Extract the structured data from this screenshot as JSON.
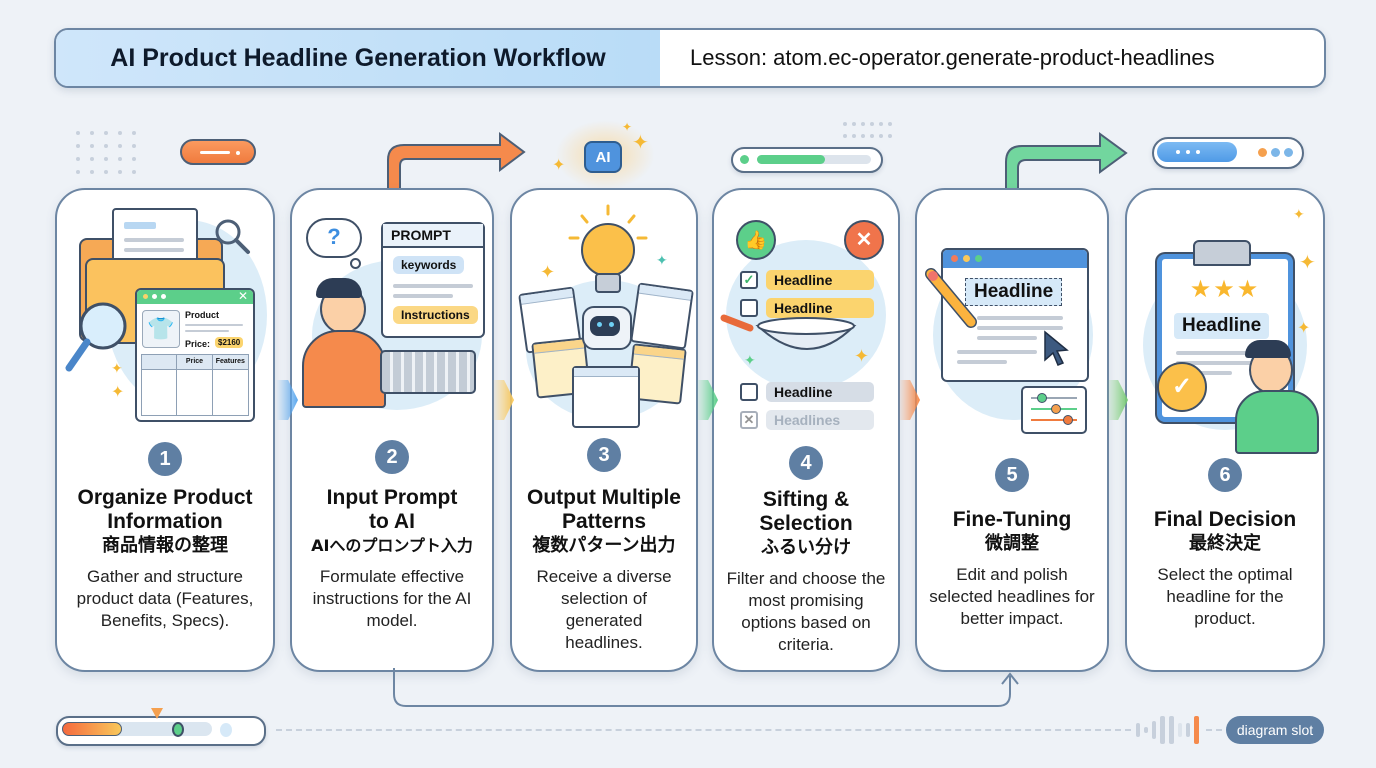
{
  "header": {
    "title": "AI Product Headline Generation Workflow",
    "lesson": "Lesson: atom.ec-operator.generate-product-headlines"
  },
  "steps": [
    {
      "number": "1",
      "title_line1": "Organize Product",
      "title_line2": "Information",
      "title_jp": "商品情報の整理",
      "description": "Gather and structure product data (Features, Benefits, Specs).",
      "illustration": {
        "product_label": "Product",
        "price_label": "Price:",
        "price_value": "$2160",
        "table_headers": [
          "",
          "Price",
          "Features"
        ]
      }
    },
    {
      "number": "2",
      "title_line1": "Input Prompt",
      "title_line2": "to AI",
      "title_jp": "AIへのプロンプト入力",
      "description": "Formulate effective instructions for the AI model.",
      "illustration": {
        "prompt_heading": "PROMPT",
        "chip_keywords": "keywords",
        "chip_instructions": "Instructions",
        "thought_symbol": "?"
      }
    },
    {
      "number": "3",
      "title_line1": "Output Multiple",
      "title_line2": "Patterns",
      "title_jp": "複数パターン出力",
      "description": "Receive a diverse selection of generated headlines.",
      "illustration": {
        "ai_badge": "AI"
      }
    },
    {
      "number": "4",
      "title_line1": "Sifting &",
      "title_line2": "Selection",
      "title_jp": "ふるい分け",
      "description": "Filter and choose the most promising options based on criteria.",
      "illustration": {
        "items": [
          {
            "label": "Headline",
            "state": "checked"
          },
          {
            "label": "Headline",
            "state": "unchecked"
          },
          {
            "label": "Headline",
            "state": "unchecked"
          },
          {
            "label": "Headlines",
            "state": "rejected"
          }
        ]
      }
    },
    {
      "number": "5",
      "title_line1": "Fine-Tuning",
      "title_line2": "",
      "title_jp": "微調整",
      "description": "Edit and polish selected headlines for better impact.",
      "illustration": {
        "headline": "Headline"
      }
    },
    {
      "number": "6",
      "title_line1": "Final Decision",
      "title_line2": "",
      "title_jp": "最終決定",
      "description": "Select the optimal headline for the product.",
      "illustration": {
        "headline": "Headline",
        "stars": 3
      }
    }
  ],
  "decor": {
    "progress_fill_fraction": 0.6,
    "slider_fill_fraction": 0.4
  },
  "footer": {
    "slot_label": "diagram slot"
  },
  "colors": {
    "panel_border": "#6d86a3",
    "step_badge": "#5f7fa3",
    "header_bg": "#c4e0f8",
    "orange": "#f58a4c",
    "green": "#5ccf8a",
    "blue": "#5ca8ee",
    "yellow": "#f9c85a"
  }
}
